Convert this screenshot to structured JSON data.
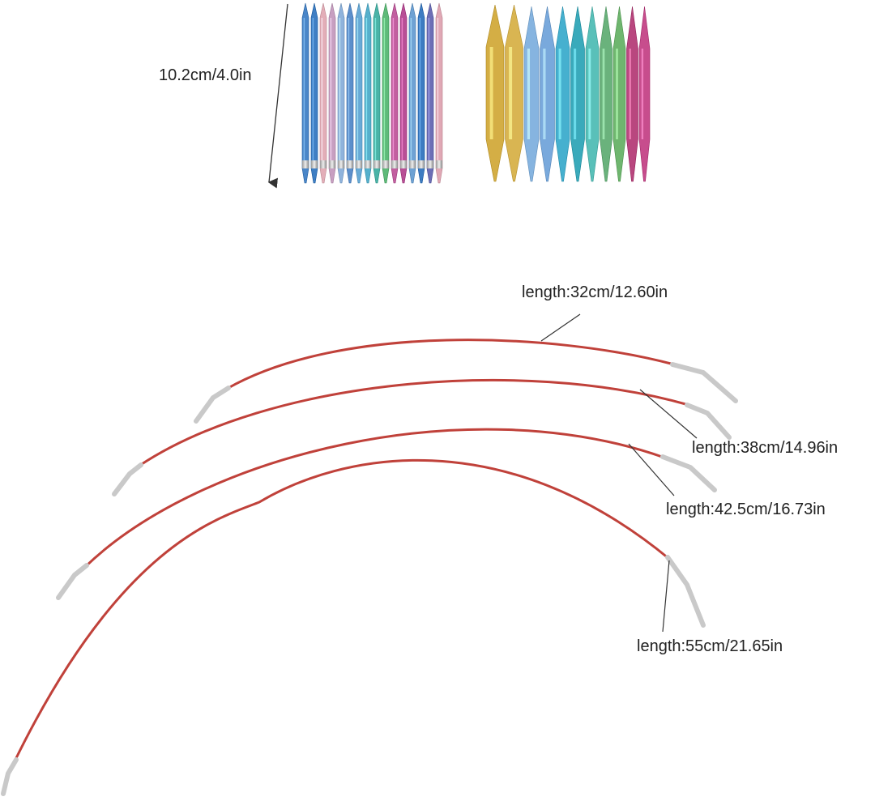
{
  "needle_length_label": "10.2cm/4.0in",
  "cables": [
    {
      "label": "length:32cm/12.60in"
    },
    {
      "label": "length:38cm/14.96in"
    },
    {
      "label": "length:42.5cm/16.73in"
    },
    {
      "label": "length:55cm/21.65in"
    }
  ],
  "colors": {
    "cable": "#c0413a",
    "metal": "#c9c9c9",
    "leader": "#333333",
    "thin_needles": [
      "#4a86c8",
      "#3f7fc4",
      "#e3aeb8",
      "#c79fc1",
      "#8fb3dc",
      "#5c8fcb",
      "#68aad6",
      "#55b0cc",
      "#4ab3a7",
      "#5fba79",
      "#c25fa0",
      "#b84f96",
      "#6ea2d4",
      "#3d7cc2",
      "#6c6fb6",
      "#e0a8b5"
    ],
    "thick_needles": [
      "#d4ae45",
      "#d9b552",
      "#86b4e0",
      "#79a9dc",
      "#46b0cf",
      "#3aaabb",
      "#59c0b9",
      "#6ab27c",
      "#6fb66f",
      "#b9477f",
      "#c74d8d"
    ]
  }
}
